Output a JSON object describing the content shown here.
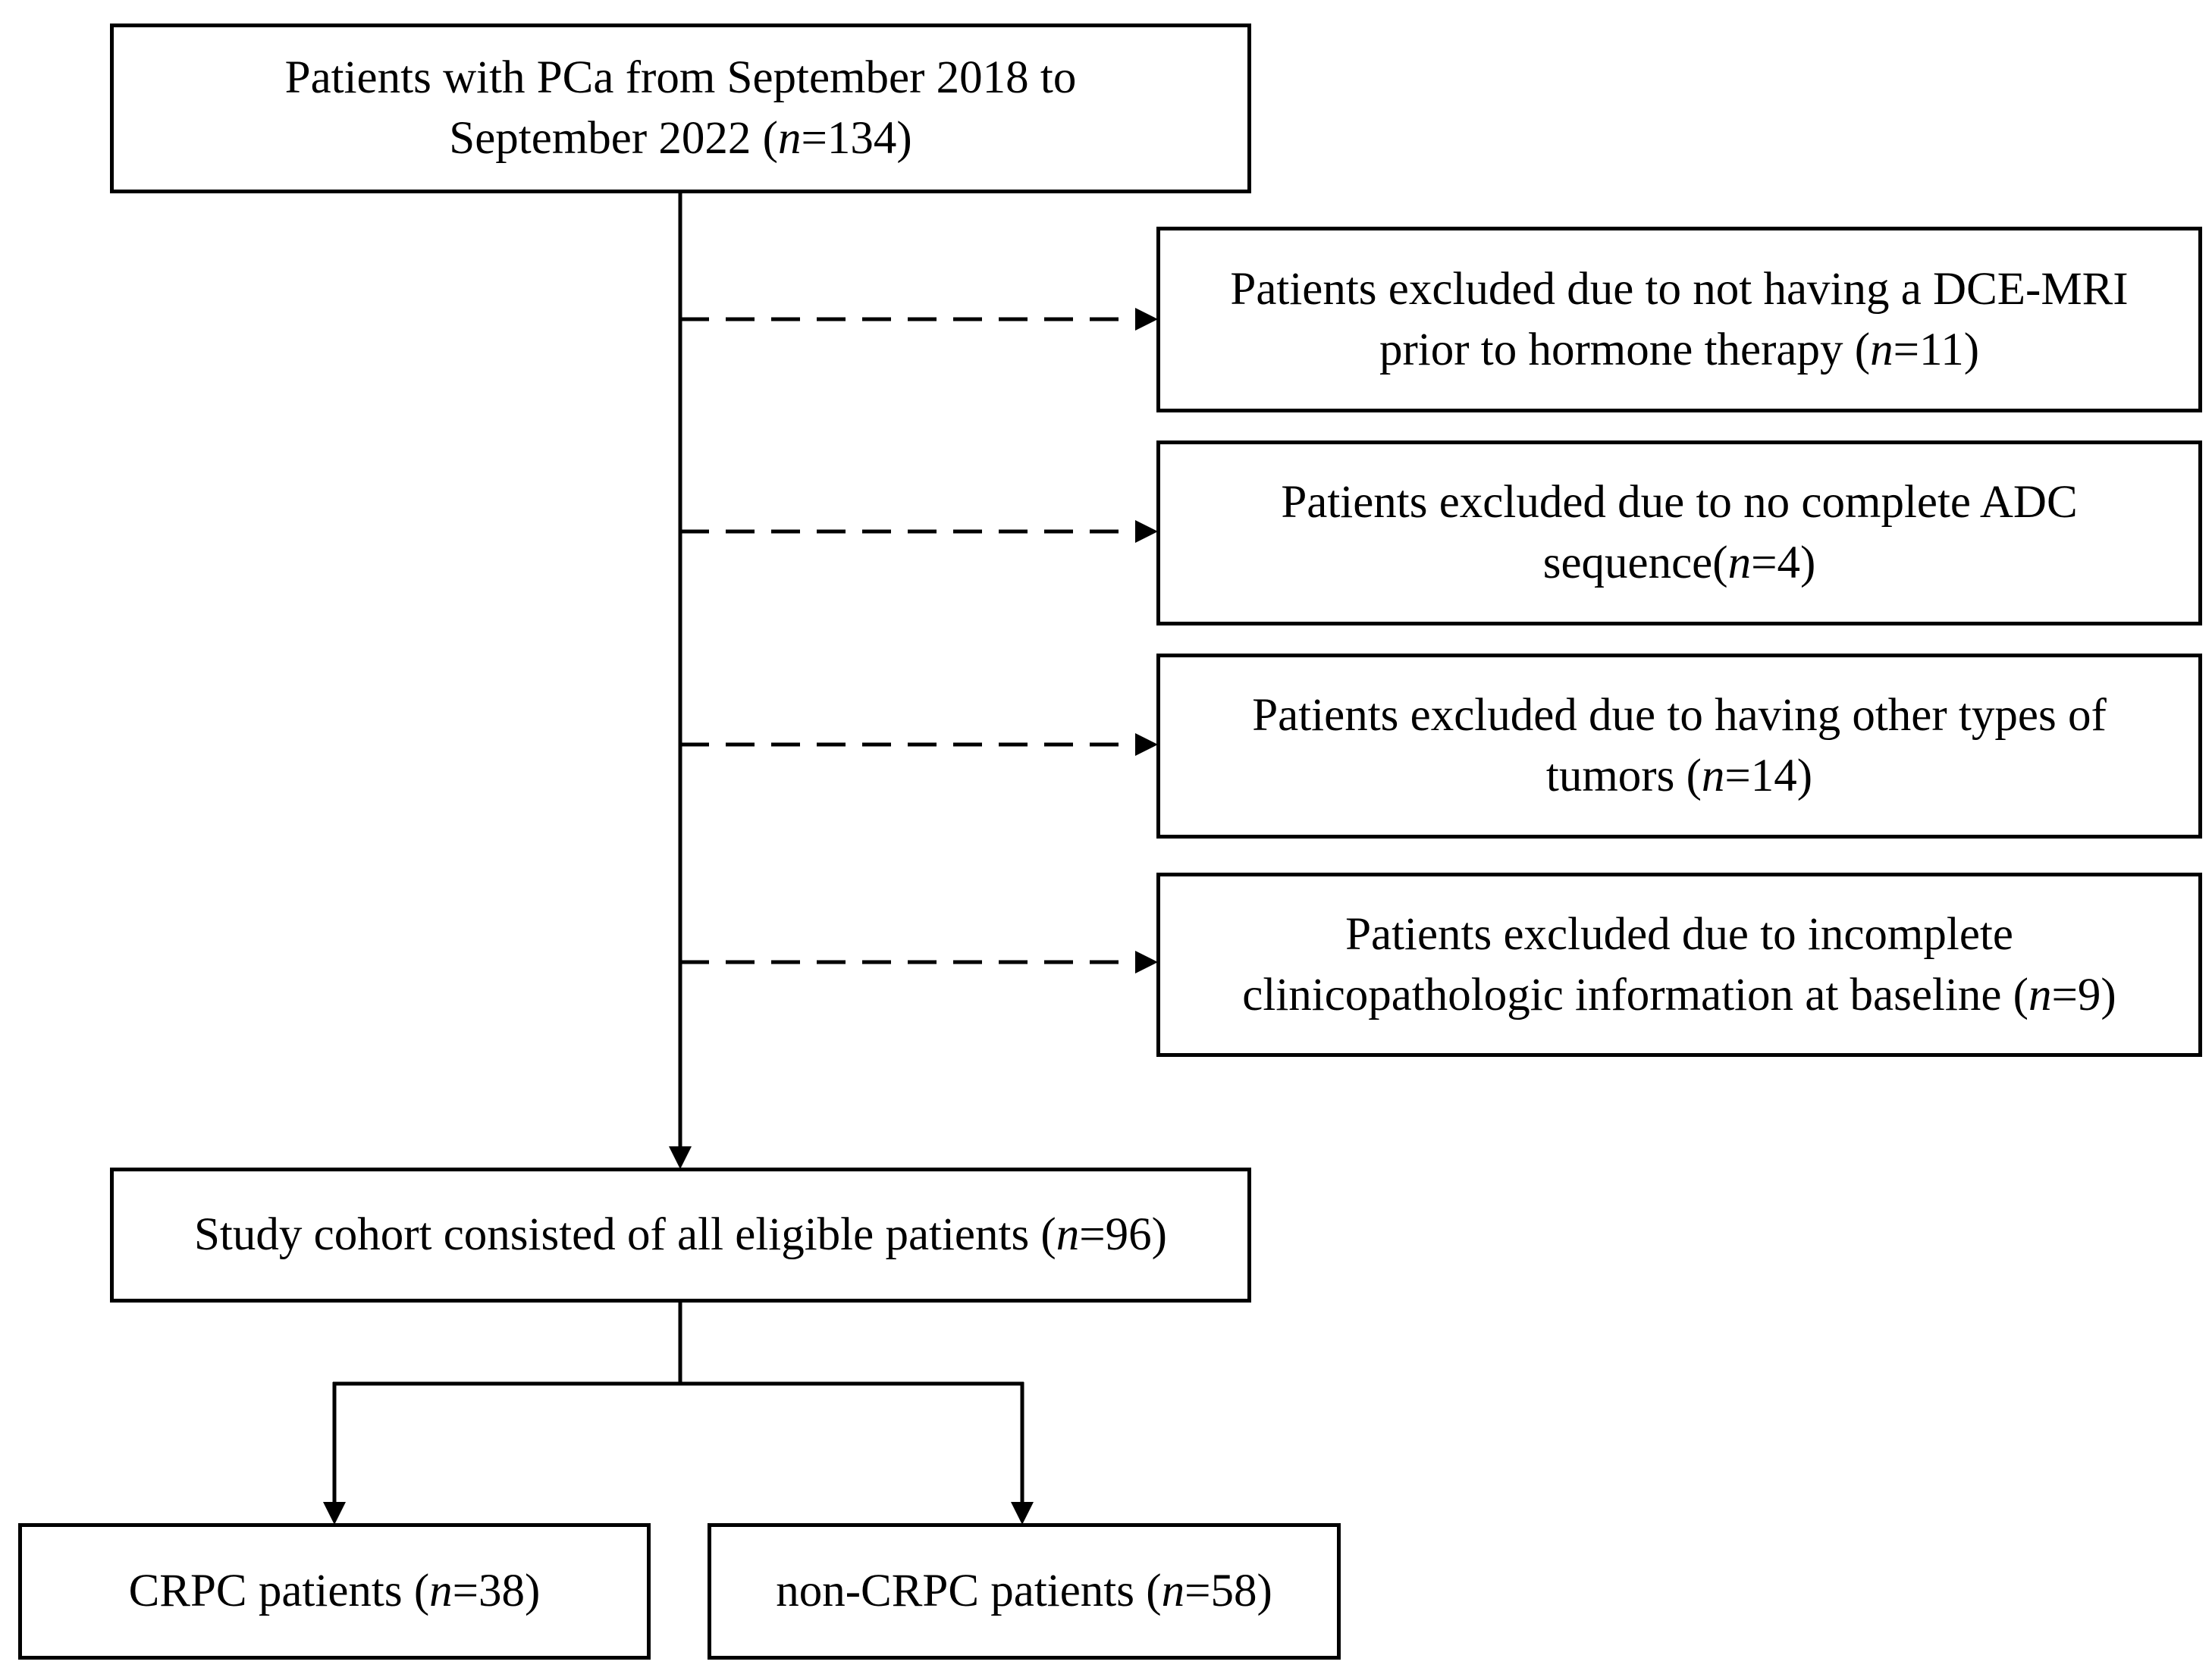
{
  "boxes": {
    "start": {
      "line1": "Patients with PCa from September 2018 to",
      "line2_pre": "September 2022 (",
      "line2_n": "n",
      "line2_post": "=134)"
    },
    "exclusions": [
      {
        "line1": "Patients excluded due to not having a DCE-MRI",
        "line2_pre": "prior to hormone therapy (",
        "line2_n": "n",
        "line2_post": "=11)"
      },
      {
        "line1": "Patients excluded due to no complete ADC",
        "line2_pre": "sequence(",
        "line2_n": "n",
        "line2_post": "=4)"
      },
      {
        "line1": "Patients excluded due to having other types of",
        "line2_pre": "tumors (",
        "line2_n": "n",
        "line2_post": "=14)"
      },
      {
        "line1": "Patients excluded due to incomplete",
        "line2_pre": "clinicopathologic information at baseline (",
        "line2_n": "n",
        "line2_post": "=9)"
      }
    ],
    "cohort": {
      "pre": "Study cohort consisted of all eligible patients (",
      "n": "n",
      "post": "=96)"
    },
    "crpc": {
      "pre": "CRPC patients (",
      "n": "n",
      "post": "=38)"
    },
    "noncrpc": {
      "pre": "non-CRPC patients (",
      "n": "n",
      "post": "=58)"
    }
  },
  "colors": {
    "stroke": "#000000",
    "background": "#ffffff"
  }
}
